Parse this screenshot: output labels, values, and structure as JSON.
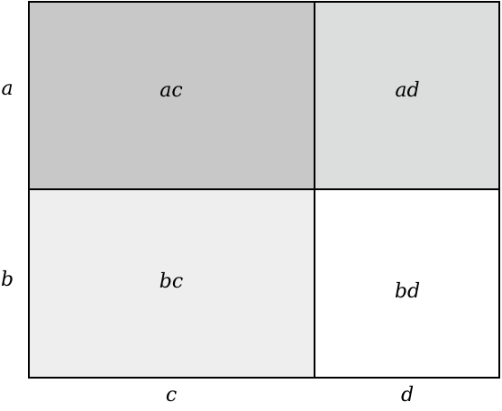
{
  "rows": [
    {
      "label": "a"
    },
    {
      "label": "b"
    }
  ],
  "columns": [
    {
      "label": "c"
    },
    {
      "label": "d"
    }
  ],
  "cells": {
    "ac": {
      "label": "ac",
      "fill": "#c8c8c8"
    },
    "ad": {
      "label": "ad",
      "fill": "#dcdedd"
    },
    "bc": {
      "label": "bc",
      "fill": "#eeeeee"
    },
    "bd": {
      "label": "bd",
      "fill": "#ffffff"
    }
  }
}
